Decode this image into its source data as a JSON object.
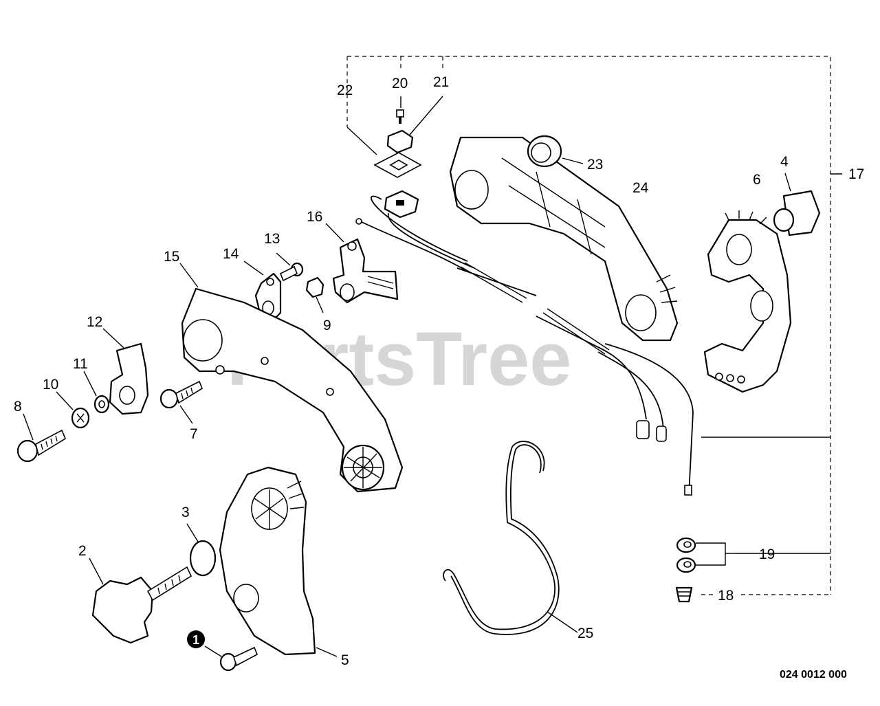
{
  "watermark": "PartsTree",
  "drawing_code": "024 0012 000",
  "note_badge": "1",
  "callouts": {
    "c2": "2",
    "c3": "3",
    "c4": "4",
    "c5": "5",
    "c6": "6",
    "c7": "7",
    "c8": "8",
    "c9": "9",
    "c10": "10",
    "c11": "11",
    "c12": "12",
    "c13": "13",
    "c14": "14",
    "c15": "15",
    "c16": "16",
    "c17": "17",
    "c18": "18",
    "c19": "19",
    "c20": "20",
    "c21": "21",
    "c22": "22",
    "c23": "23",
    "c24": "24",
    "c25": "25"
  }
}
